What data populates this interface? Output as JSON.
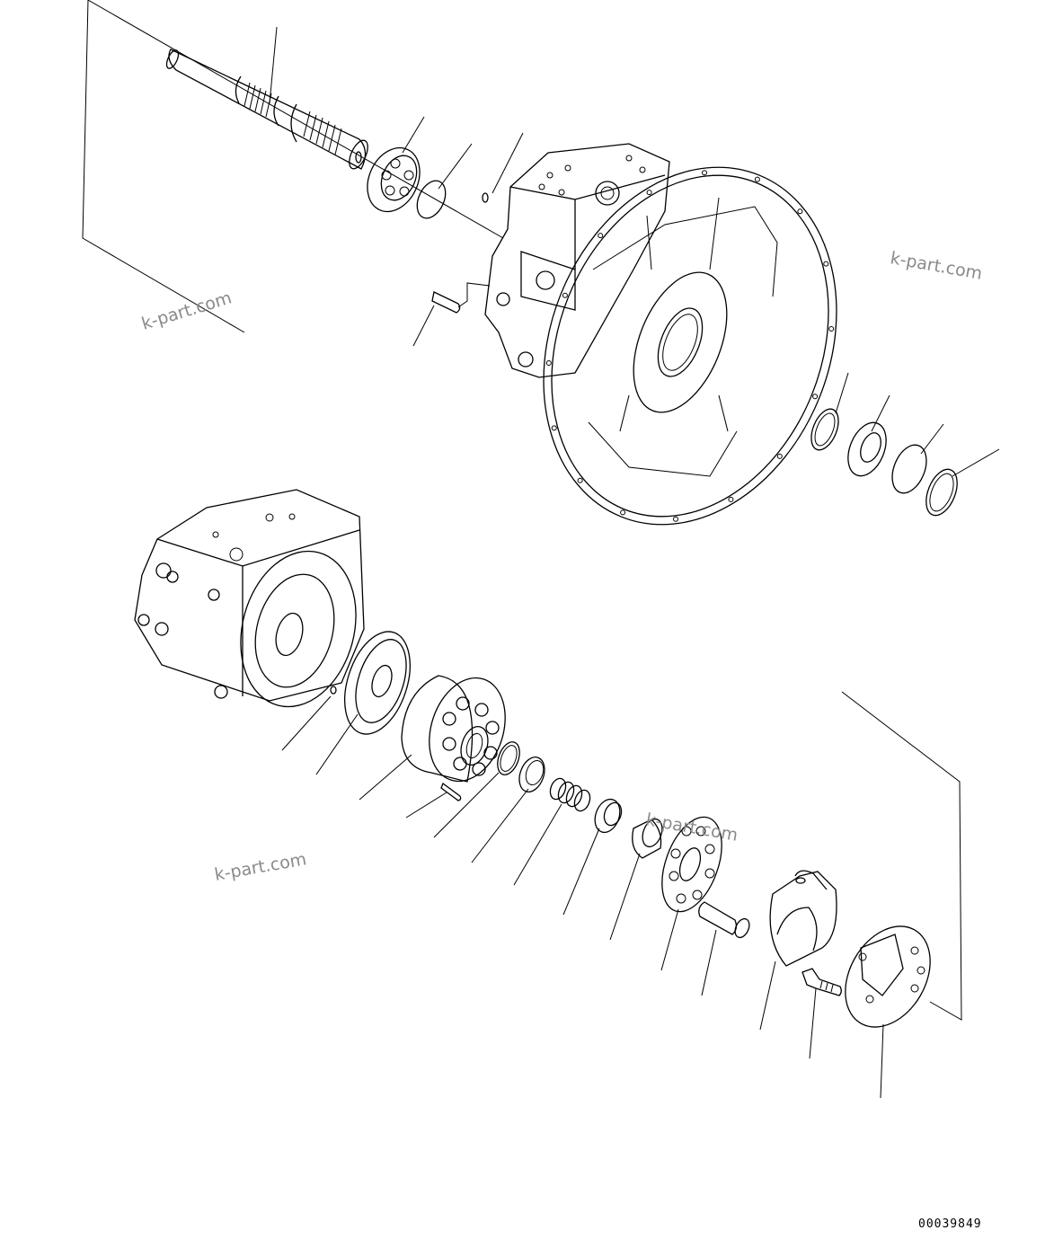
{
  "watermarks": [
    "k-part.com",
    "k-part.com",
    "k-part.com",
    "k-part.com"
  ],
  "drawing_code": "00039849"
}
